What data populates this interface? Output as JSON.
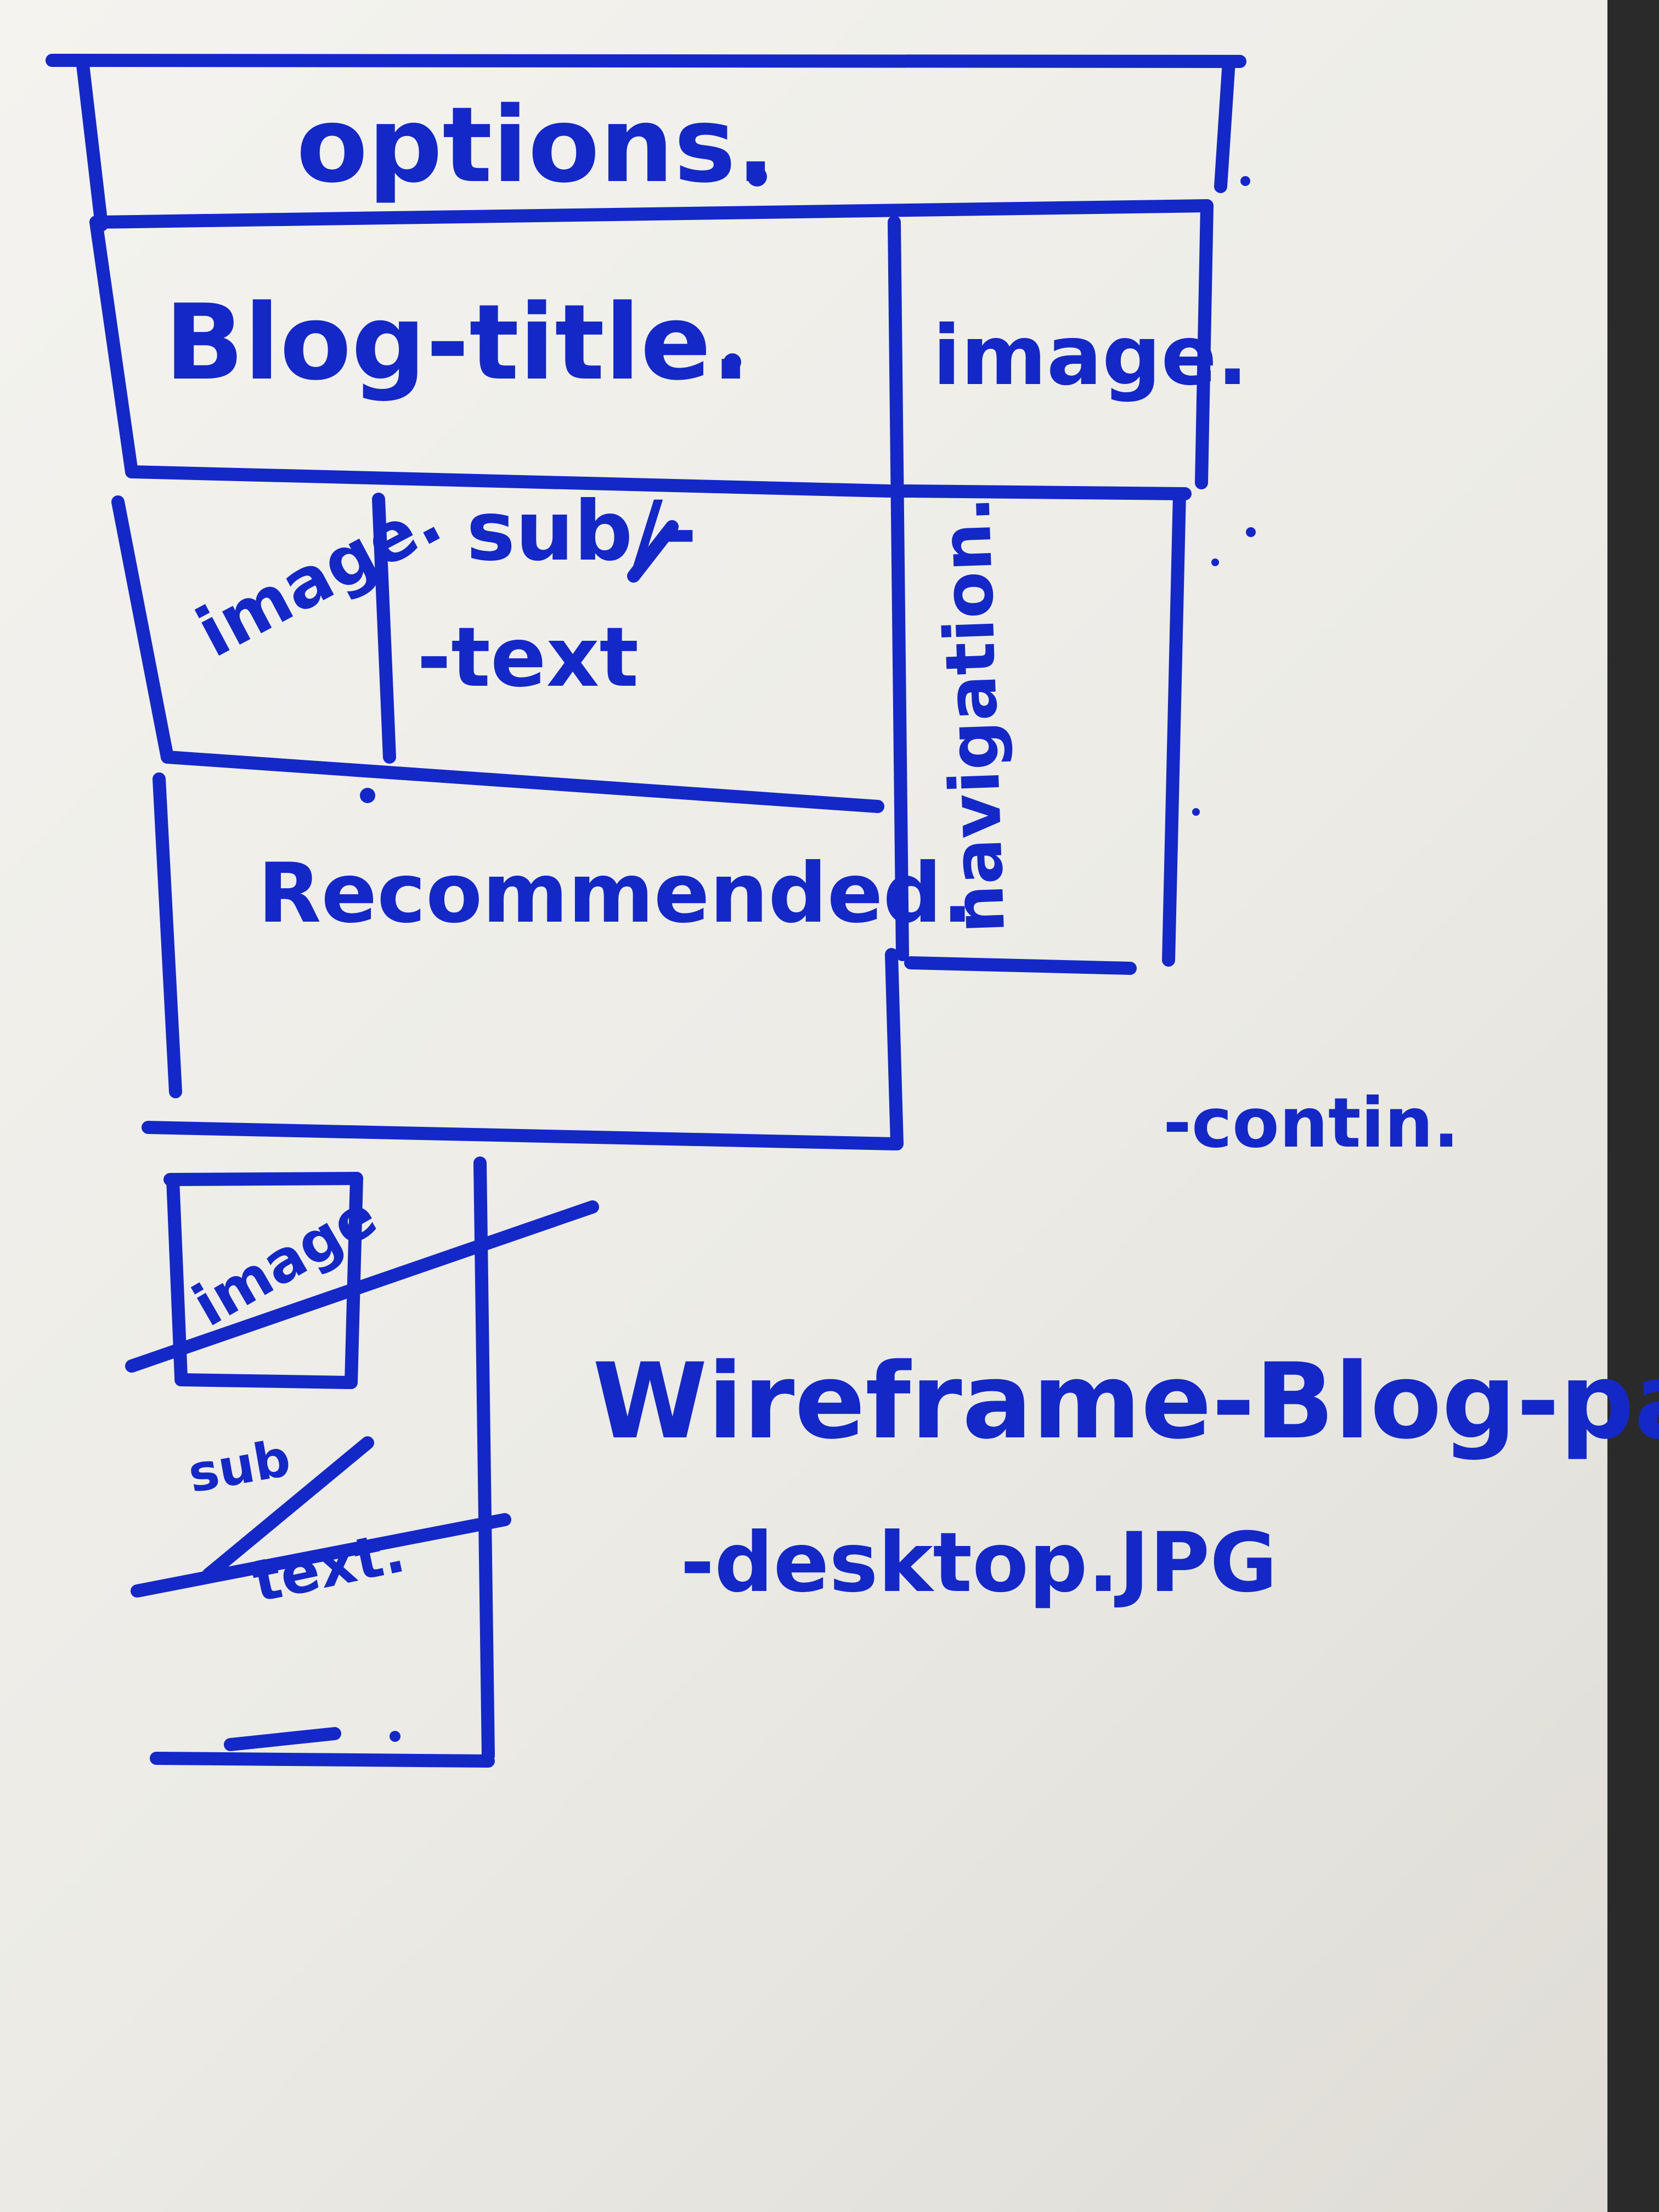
{
  "sketch": {
    "ink_color": "#1428c8",
    "paper_color": "#f0efea",
    "header": {
      "label": "options."
    },
    "blog_title": {
      "label": "Blog-title."
    },
    "header_image": {
      "label": "image."
    },
    "post_image": {
      "label": "image."
    },
    "sub_text": {
      "line1": "sub/-",
      "line2": "-text"
    },
    "navigation": {
      "label": "navigation."
    },
    "recommended": {
      "label": "Recommended."
    },
    "continuation_note": {
      "label": "-contin."
    },
    "mobile_card": {
      "image_label": "image",
      "sub_label": "sub",
      "text_label": "text."
    },
    "caption": {
      "line1": "Wireframe-Blog-page-",
      "line2": "-desktop.JPG"
    }
  }
}
